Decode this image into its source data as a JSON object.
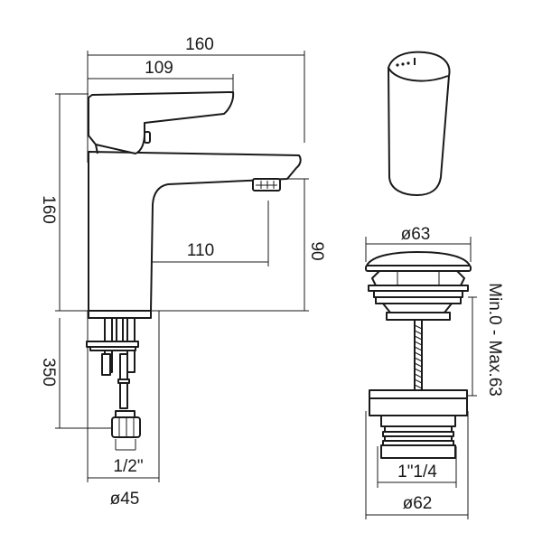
{
  "tap_diagram": {
    "width_overall": "160",
    "lever_length": "109",
    "height_overall": "160",
    "spout_reach": "110",
    "spout_height": "90",
    "tail_length": "350",
    "thread_size": "1/2\"",
    "base_diameter": "ø45"
  },
  "waste_diagram": {
    "cap_diameter": "ø63",
    "basin_thickness_range": "Min.0 - Max.63",
    "thread_size": "1\"1/4",
    "body_diameter": "ø62"
  },
  "colors": {
    "line": "#1a1a1a",
    "background": "#ffffff"
  }
}
